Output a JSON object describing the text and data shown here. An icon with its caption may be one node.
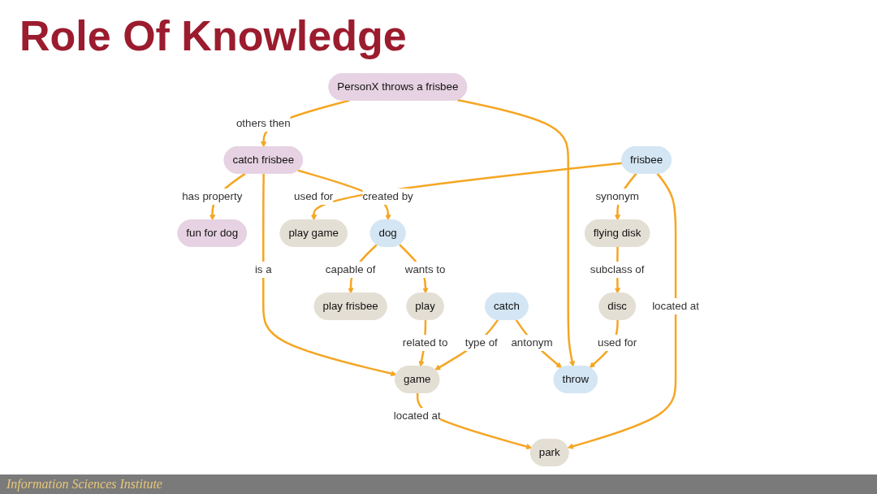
{
  "diagram": {
    "title": "Role Of Knowledge",
    "nodes": [
      {
        "text": [
          "catch frisbee"
        ]
      },
      {
        "text": [
          "fun for dog"
        ]
      },
      {
        "text": [
          "game"
        ]
      },
      {
        "text": [
          "play"
        ]
      },
      {
        "text": [
          "dog"
        ]
      },
      {
        "text": [
          "play frisbee"
        ]
      },
      {
        "text": [
          "play game"
        ]
      },
      {
        "text": [
          "park"
        ]
      },
      {
        "text": [
          "catch"
        ]
      },
      {
        "text": [
          "throw"
        ]
      },
      {
        "text": [
          "PersonX throws a frisbee"
        ]
      },
      {
        "text": [
          "frisbee"
        ]
      },
      {
        "text": [
          "flying disk"
        ]
      },
      {
        "text": [
          "disc"
        ]
      }
    ],
    "edges": [
      {
        "from": 0,
        "to": 4,
        "label": "created by",
        "arrow": "to"
      },
      {
        "from": 0,
        "to": 1,
        "label": "has property",
        "arrow": "to"
      },
      {
        "from": 0,
        "to": 2,
        "label": "is a",
        "arrow": "to"
      },
      {
        "from": 4,
        "to": 3,
        "label": "wants to",
        "arrow": "to"
      },
      {
        "from": 3,
        "to": 2,
        "label": "related to",
        "arrow": "to"
      },
      {
        "from": 8,
        "to": 2,
        "label": "type of",
        "arrow": "to"
      },
      {
        "from": 2,
        "to": 7,
        "label": "located at",
        "arrow": "to"
      },
      {
        "from": 4,
        "to": 5,
        "label": "capable of",
        "arrow": "to"
      },
      {
        "from": 11,
        "to": 6,
        "label": "used for",
        "arrow": "to"
      },
      {
        "from": 11,
        "to": 7,
        "label": "located at",
        "arrow": "to"
      },
      {
        "from": 8,
        "to": 9,
        "label": "antonym",
        "arrow": "to"
      },
      {
        "from": 10,
        "to": 9,
        "arrow": "to"
      },
      {
        "from": 10,
        "to": 0,
        "label": "others then",
        "arrow": "to"
      },
      {
        "from": 11,
        "to": 12,
        "label": "synonym",
        "arrow": "to"
      },
      {
        "from": 12,
        "to": 13,
        "label": "subclass of",
        "arrow": "to"
      },
      {
        "from": 13,
        "to": 9,
        "label": "used for",
        "arrow": "to"
      }
    ],
    "labels": [
      "Information Sciences Institute"
    ]
  }
}
